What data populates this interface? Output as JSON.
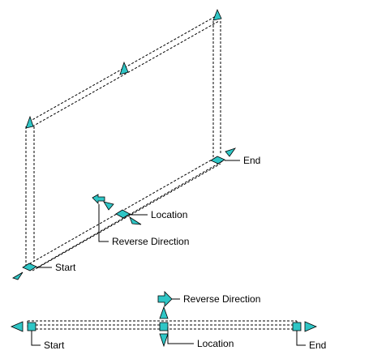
{
  "colors": {
    "grip_fill": "#2fc6c6",
    "outline": "#000000",
    "background": "#ffffff"
  },
  "iso_view": {
    "labels": {
      "end": "End",
      "location": "Location",
      "reverse_direction": "Reverse Direction",
      "start": "Start"
    }
  },
  "plan_view": {
    "labels": {
      "reverse_direction": "Reverse Direction",
      "start": "Start",
      "location": "Location",
      "end": "End"
    }
  }
}
